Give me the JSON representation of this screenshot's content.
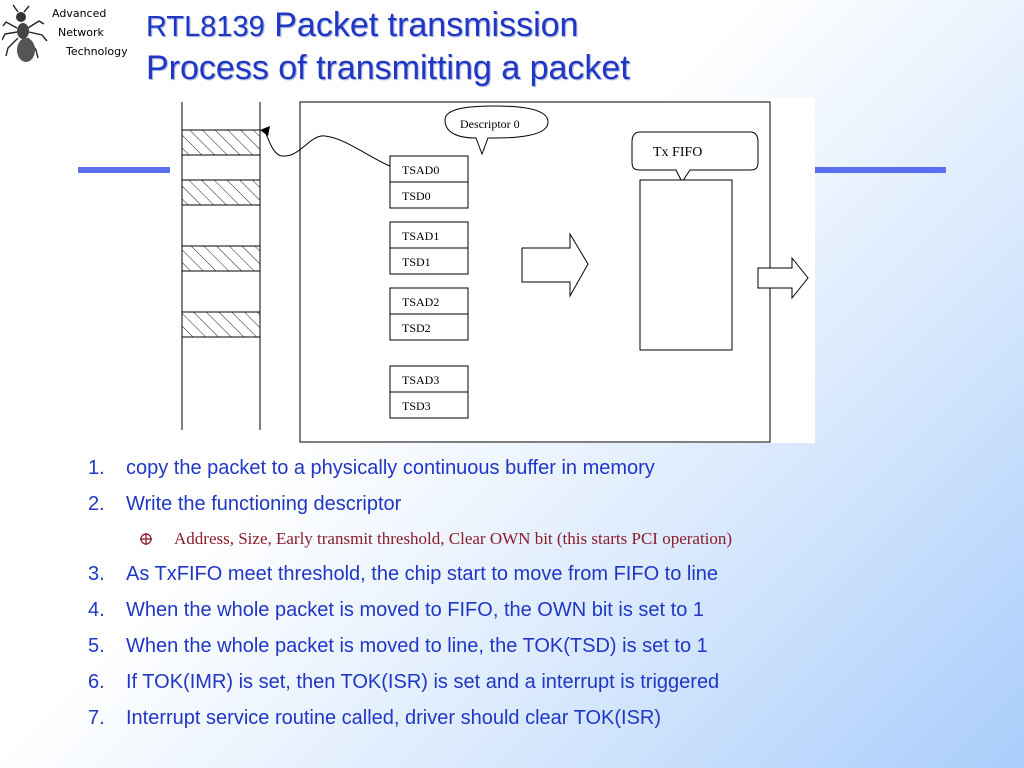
{
  "logo": {
    "line1": "Advanced",
    "line2": "Network",
    "line3": "Technology"
  },
  "title": {
    "prefix": "RTL8139",
    "line1_rest": " Packet transmission",
    "line2": "Process of transmitting a  packet"
  },
  "diagram": {
    "descriptor_label": "Descriptor 0",
    "fifo_label": "Tx FIFO",
    "registers": [
      {
        "tsad": "TSAD0",
        "tsd": "TSD0"
      },
      {
        "tsad": "TSAD1",
        "tsd": "TSD1"
      },
      {
        "tsad": "TSAD2",
        "tsd": "TSD2"
      },
      {
        "tsad": "TSAD3",
        "tsd": "TSD3"
      }
    ]
  },
  "steps": [
    {
      "num": "1.",
      "text": "copy the packet to a physically continuous buffer in memory"
    },
    {
      "num": "2.",
      "text": "Write the functioning descriptor"
    },
    {
      "num": "3.",
      "text": "As TxFIFO meet threshold, the chip start to move from FIFO to line"
    },
    {
      "num": "4.",
      "text": "When the whole packet is moved to FIFO, the OWN bit is set to 1"
    },
    {
      "num": "5.",
      "text": "When the whole packet is moved to line, the TOK(TSD) is set to 1"
    },
    {
      "num": "6.",
      "text": "If TOK(IMR) is set, then TOK(ISR) is set and a interrupt is triggered"
    },
    {
      "num": "7.",
      "text": "Interrupt service routine called, driver should clear TOK(ISR)"
    }
  ],
  "substep": "Address, Size, Early transmit threshold, Clear OWN bit (this starts PCI operation)",
  "colors": {
    "title": "#1f37c4",
    "body": "#1f37c4",
    "subbullet": "#8b1c2a",
    "rule": "#5b6ef0"
  }
}
